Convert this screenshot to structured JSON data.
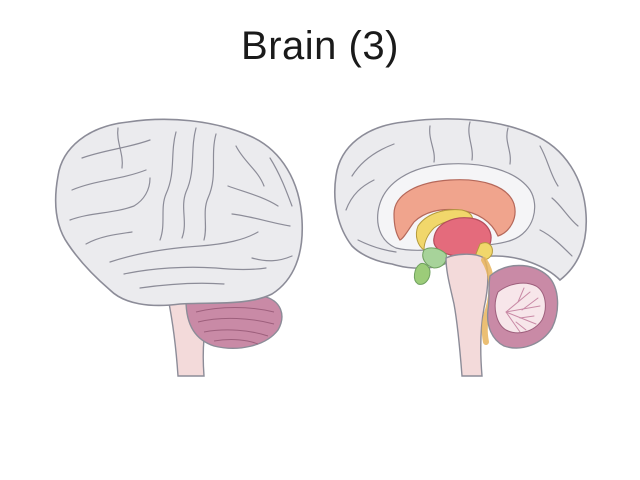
{
  "slide": {
    "title": "Brain (3)"
  },
  "illustrations": [
    {
      "name": "brain-lateral-view",
      "icon": "brain-lateral-icon"
    },
    {
      "name": "brain-sagittal-section",
      "icon": "brain-sagittal-icon"
    }
  ],
  "colors": {
    "cortex_fill": "#ebebee",
    "outline": "#8c8c98",
    "cerebellum": "#c98aa6",
    "brainstem": "#f3dada",
    "corpus_callosum": "#f0a48d",
    "thalamus": "#e46b7c",
    "fornix": "#f1d76b",
    "hypothalamus": "#a7d39a",
    "pituitary": "#9ccc79"
  }
}
